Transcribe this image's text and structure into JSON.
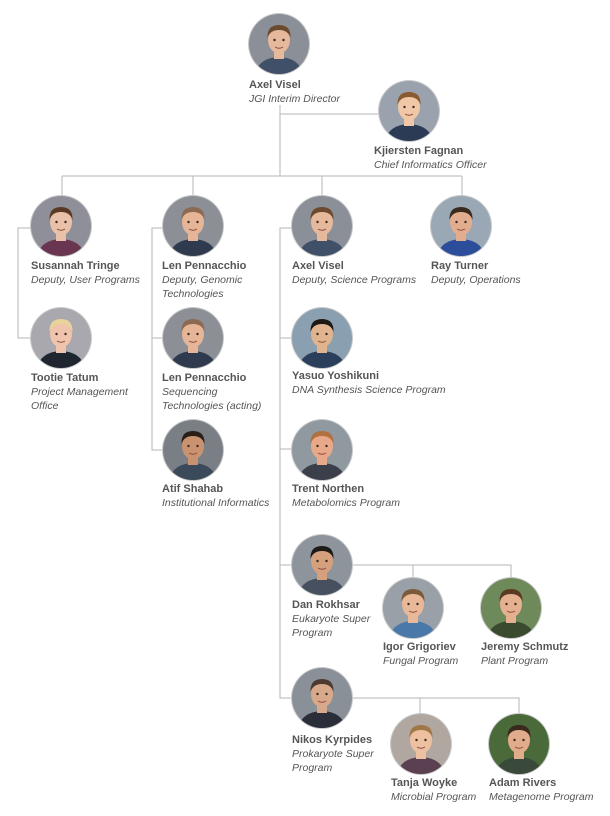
{
  "people": [
    {
      "id": "axel-visel-director",
      "name": "Axel Visel",
      "title": "JGI Interim Director",
      "skin": "#e6b89c",
      "hair": "#6b4a2e",
      "shirt": "#3f5068",
      "bg": "#8a8f98"
    },
    {
      "id": "kjiersten-fagnan",
      "name": "Kjiersten Fagnan",
      "title": "Chief Informatics Officer",
      "skin": "#f0c8a8",
      "hair": "#8a5a30",
      "shirt": "#2b3a55",
      "bg": "#9aa3ad"
    },
    {
      "id": "susannah-tringe",
      "name": "Susannah Tringe",
      "title": "Deputy, User Programs",
      "skin": "#e9c1a8",
      "hair": "#5a3a25",
      "shirt": "#6a3550",
      "bg": "#8f8f99"
    },
    {
      "id": "len-pennacchio-genomic",
      "name": "Len Pennacchio",
      "title": "Deputy, Genomic Technologies",
      "skin": "#e6b496",
      "hair": "#8a6a50",
      "shirt": "#2f3a4f",
      "bg": "#8c9096"
    },
    {
      "id": "axel-visel-science",
      "name": "Axel Visel",
      "title": "Deputy, Science Programs",
      "skin": "#e6b89c",
      "hair": "#6b4a2e",
      "shirt": "#3f5068",
      "bg": "#8a8f98"
    },
    {
      "id": "ray-turner",
      "name": "Ray Turner",
      "title": "Deputy, Operations",
      "skin": "#e2ad8e",
      "hair": "#3a2a20",
      "shirt": "#2c4d9a",
      "bg": "#9aa8b5"
    },
    {
      "id": "tootie-tatum",
      "name": "Tootie Tatum",
      "title": "Project Management Office",
      "skin": "#f0c4ac",
      "hair": "#e8d49a",
      "shirt": "#1f2630",
      "bg": "#a8a8ae"
    },
    {
      "id": "len-pennacchio-sequencing",
      "name": "Len Pennacchio",
      "title": "Sequencing Technologies (acting)",
      "skin": "#e6b496",
      "hair": "#8a6a50",
      "shirt": "#2f3a4f",
      "bg": "#8c9096"
    },
    {
      "id": "atif-shahab",
      "name": "Atif Shahab",
      "title": "Institutional Informatics",
      "skin": "#c99372",
      "hair": "#2a1f18",
      "shirt": "#3a4a5a",
      "bg": "#7a7f86"
    },
    {
      "id": "yasuo-yoshikuni",
      "name": "Yasuo Yoshikuni",
      "title": "DNA Synthesis Science Program",
      "skin": "#e0b48e",
      "hair": "#1c1814",
      "shirt": "#2c3f5a",
      "bg": "#8aa0b0"
    },
    {
      "id": "trent-northen",
      "name": "Trent Northen",
      "title": "Metabolomics Program",
      "skin": "#e8a88a",
      "hair": "#b07040",
      "shirt": "#3a3f4a",
      "bg": "#9098a0"
    },
    {
      "id": "dan-rokhsar",
      "name": "Dan Rokhsar",
      "title": "Eukaryote Super Program",
      "skin": "#d4a07e",
      "hair": "#1e1a18",
      "shirt": "#46505e",
      "bg": "#8d949c"
    },
    {
      "id": "igor-grigoriev",
      "name": "Igor Grigoriev",
      "title": "Fungal Program",
      "skin": "#e8b898",
      "hair": "#7a5a3a",
      "shirt": "#4a78a8",
      "bg": "#9aa0a8"
    },
    {
      "id": "jeremy-schmutz",
      "name": "Jeremy Schmutz",
      "title": "Plant Program",
      "skin": "#e4b090",
      "hair": "#5a3a22",
      "shirt": "#3a4a2e",
      "bg": "#6f8a5a"
    },
    {
      "id": "nikos-kyrpides",
      "name": "Nikos Kyrpides",
      "title": "Prokaryote Super Program",
      "skin": "#d8a88a",
      "hair": "#4a3a30",
      "shirt": "#2a2e38",
      "bg": "#8a9098"
    },
    {
      "id": "tanja-woyke",
      "name": "Tanja Woyke",
      "title": "Microbial Program",
      "skin": "#ecc0a0",
      "hair": "#a07848",
      "shirt": "#5a4050",
      "bg": "#b0a8a0"
    },
    {
      "id": "adam-rivers",
      "name": "Adam Rivers",
      "title": "Metagenome Program",
      "skin": "#e0ac8c",
      "hair": "#3a2a1e",
      "shirt": "#3a4a3a",
      "bg": "#4a6a3a"
    }
  ]
}
